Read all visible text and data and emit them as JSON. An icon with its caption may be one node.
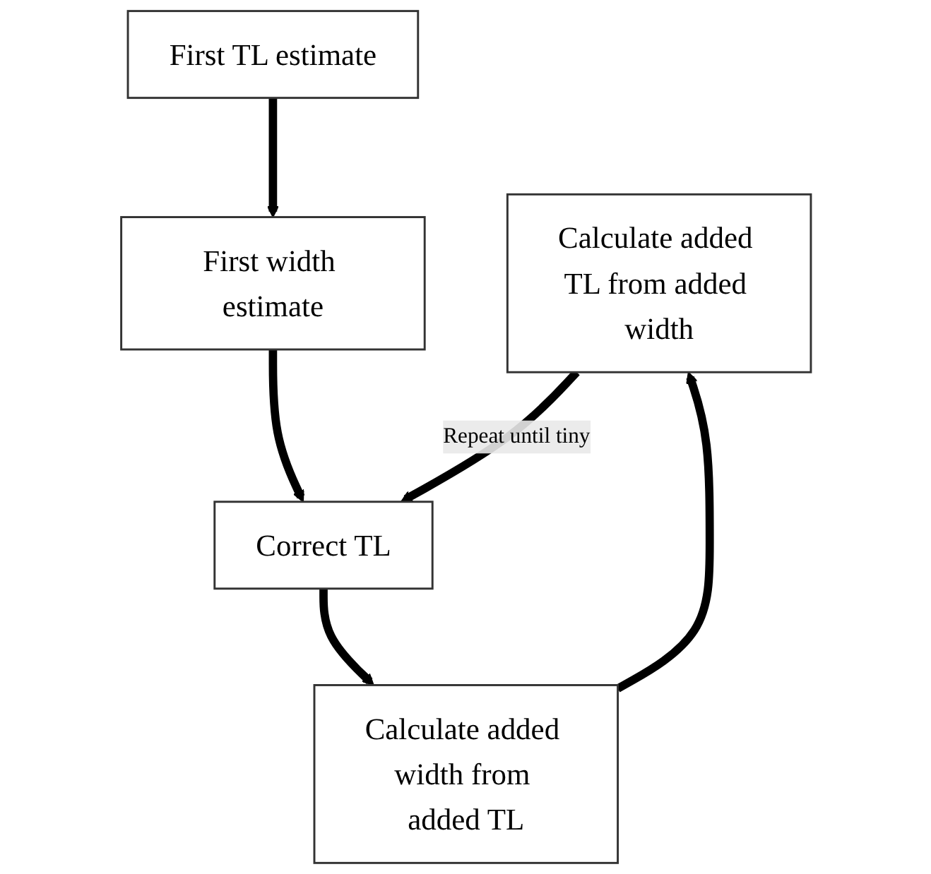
{
  "diagram": {
    "nodes": [
      {
        "text": [
          "Calculate added TL from added width"
        ]
      },
      {
        "text": [
          "First TL estimate"
        ]
      },
      {
        "text": [
          "Calculate added width from added TL"
        ]
      },
      {
        "text": [
          "First width estimate"
        ]
      },
      {
        "text": [
          "Correct TL"
        ]
      }
    ],
    "edges": [
      {
        "from": 1,
        "to": 3,
        "arrow": "to"
      },
      {
        "from": 3,
        "to": 4,
        "arrow": "to"
      },
      {
        "from": 0,
        "to": 4,
        "arrow": "to",
        "label": "Repeat until tiny"
      },
      {
        "from": 4,
        "to": 2,
        "arrow": "to"
      },
      {
        "from": 2,
        "to": 0,
        "arrow": "to"
      }
    ]
  }
}
